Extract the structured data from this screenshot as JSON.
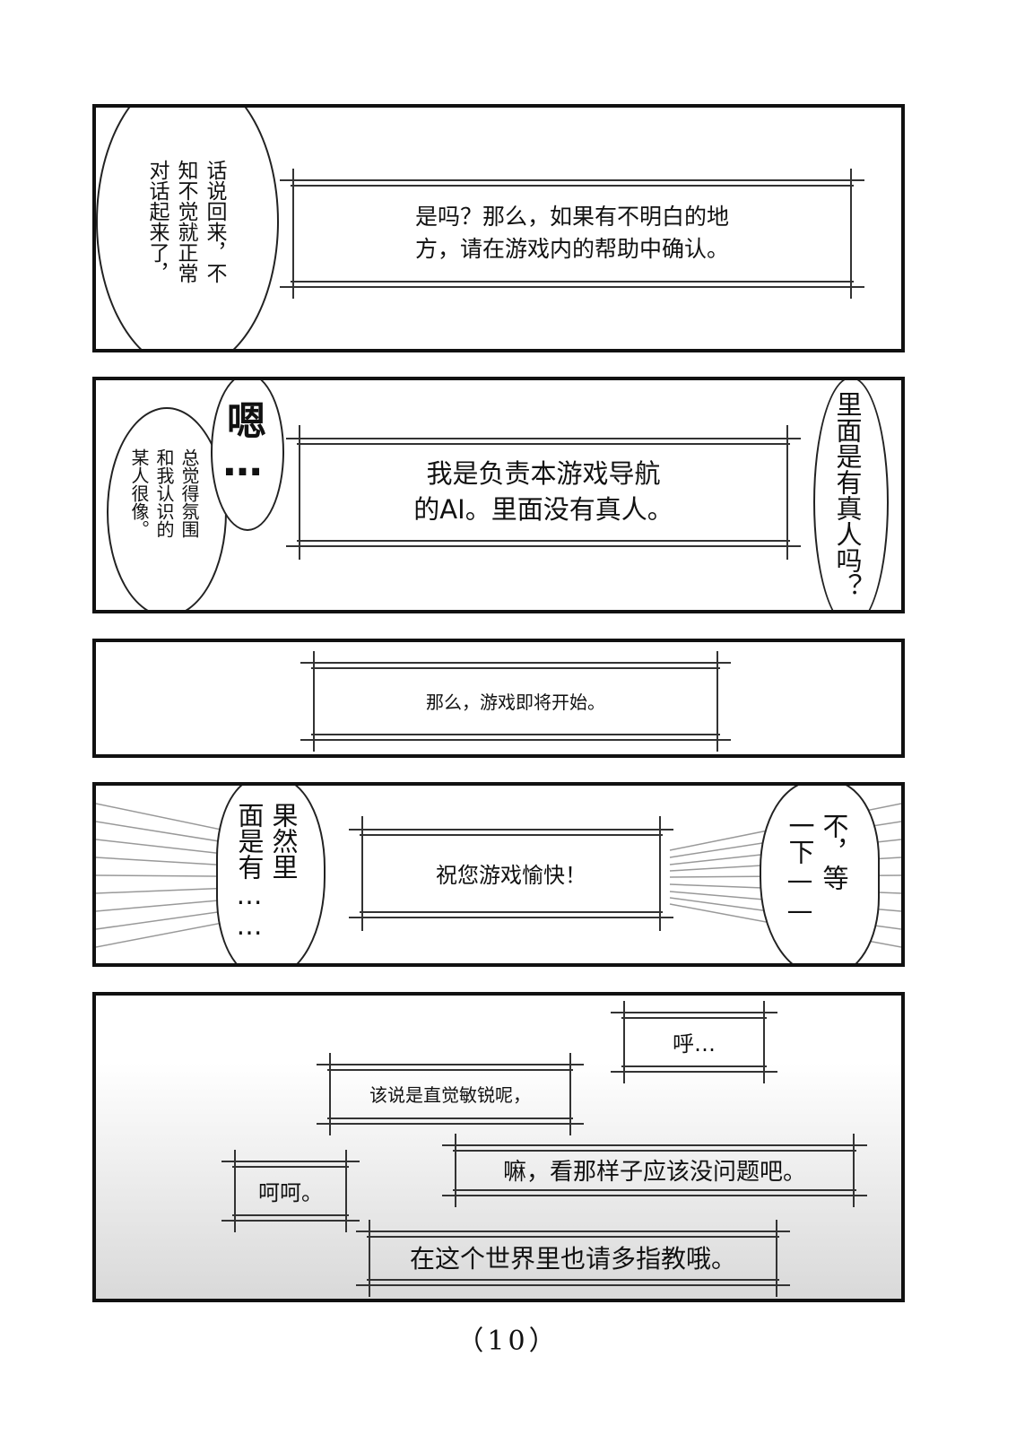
{
  "panels": [
    {
      "speech_left": "话说回来，不\n知不觉就正常\n对话起来了，",
      "system_text": "是吗？那么，如果有不明白的地\n方，请在游戏内的帮助中确认。"
    },
    {
      "exclaim": "嗯…",
      "speech_left": "总觉得氛围\n和我认识的\n某人很像。",
      "system_text": "我是负责本游戏导航\n的AI。里面没有真人。",
      "speech_right": "里面是有真人吗？"
    },
    {
      "system_text": "那么，游戏即将开始。"
    },
    {
      "speech_left": "果然里\n面是有……",
      "system_text": "祝您游戏愉快！",
      "speech_right": "不，等\n一下——"
    },
    {
      "box_1": "呼…",
      "box_2": "该说是直觉敏锐呢，",
      "box_3": "嘛，看那样子应该没问题吧。",
      "box_4": "呵呵。",
      "box_5": "在这个世界里也请多指教哦。"
    }
  ],
  "page_number": "（10）",
  "colors": {
    "ink": "#111111",
    "paper": "#ffffff",
    "gradient_gray": "#d9d9d9"
  }
}
